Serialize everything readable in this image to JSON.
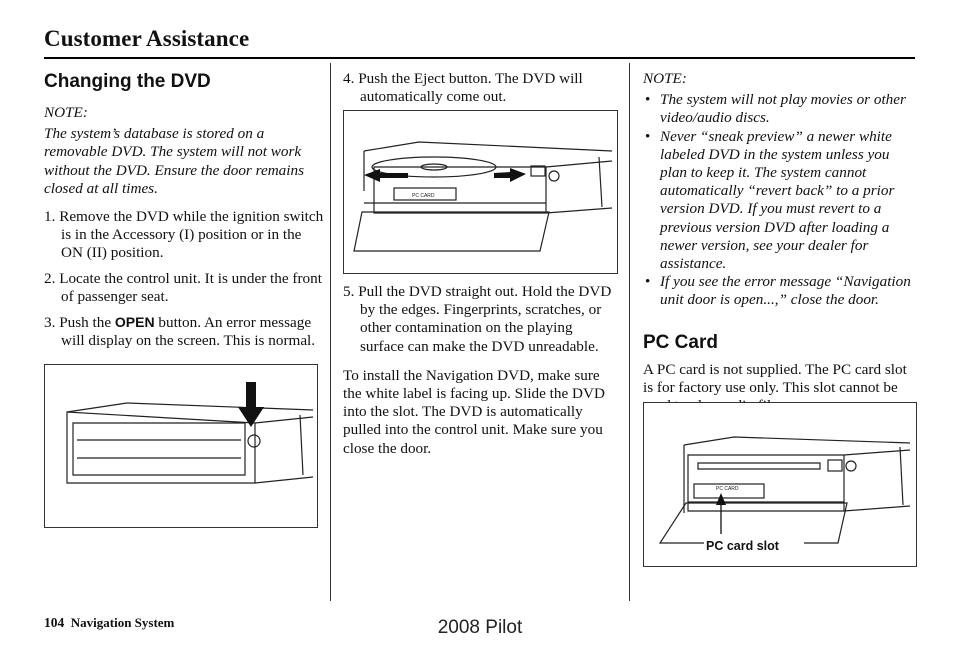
{
  "header": {
    "title": "Customer Assistance"
  },
  "col1": {
    "heading": "Changing the DVD",
    "note_title": "NOTE:",
    "note_body": "The system’s database is stored on a removable DVD. The system will not work without the DVD. Ensure the door remains closed at all times.",
    "step1": "1. Remove the DVD while the ignition switch is in the Accessory (I) position or in the ON (II) position.",
    "step2": "2. Locate the control unit. It is under the front of passenger seat.",
    "step3_pre": "3. Push the ",
    "step3_btn": "OPEN",
    "step3_post": " button. An error message will display on the screen. This is normal."
  },
  "col2": {
    "step4": "4. Push the Eject button. The DVD will automatically come out.",
    "step5": "5. Pull the DVD straight out. Hold the DVD by the edges. Fingerprints, scratches, or other contamination on the playing surface can make the DVD unreadable.",
    "install": "To install the Navigation DVD, make sure the white label is facing up. Slide the DVD into the slot. The DVD is automatically pulled into the control unit. Make sure you close the door.",
    "fig_label": "PC CARD"
  },
  "col3": {
    "note_title": "NOTE:",
    "notes": [
      "The system will not play movies or other video/audio discs.",
      "Never “sneak preview” a newer white labeled DVD in the system unless you plan to keep it. The system cannot automatically “revert back” to a prior version DVD. If you must revert to a previous version DVD after loading a newer version, see your dealer for assistance.",
      "If you see the error message “Navigation unit door is open...,” close the door."
    ],
    "heading": "PC Card",
    "pc_text": "A PC card is not supplied. The PC card slot is for factory use only. This slot cannot be used to play audio files.",
    "fig_label": "PC CARD",
    "fig_caption": "PC card slot"
  },
  "footer": {
    "page_number": "104",
    "section": "Navigation System",
    "watermark": "2008  Pilot"
  }
}
